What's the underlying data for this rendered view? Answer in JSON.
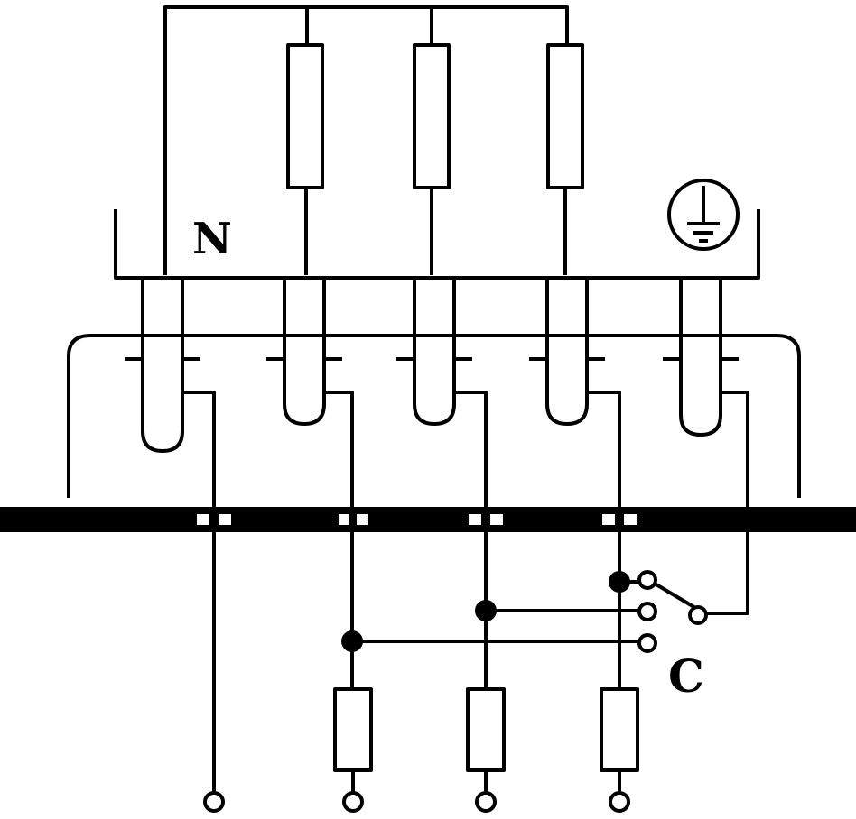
{
  "diagram": {
    "type": "circuit-schematic",
    "neutral_label": "N",
    "switch_label": "C",
    "ground_symbol": "ground-icon",
    "stroke_color": "#000000",
    "background_color": "#ffffff",
    "components": {
      "top_resistors": 3,
      "sockets": 5,
      "fuses": 3,
      "output_terminals": 4,
      "switch_contacts": 3
    }
  }
}
